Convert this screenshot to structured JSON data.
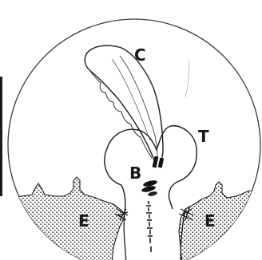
{
  "labels": {
    "c": "C",
    "t": "T",
    "b": "B",
    "e_left": "E",
    "e_right": "E"
  }
}
